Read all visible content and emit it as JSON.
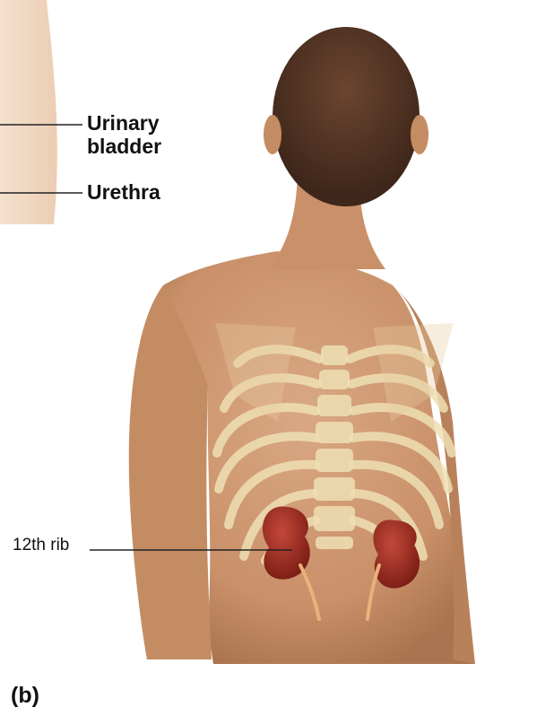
{
  "labels": {
    "urinary_bladder_line1": "Urinary",
    "urinary_bladder_line2": "bladder",
    "urethra": "Urethra",
    "rib_12": "12th rib"
  },
  "panel_letter": "(b)",
  "colors": {
    "skin": "#cf9a72",
    "skin_shadow": "#b8805b",
    "hair": "#5a3a26",
    "bone": "#efe0b4",
    "kidney": "#9c2a1e",
    "ureter": "#e8b27a",
    "leader_line": "#222222"
  }
}
